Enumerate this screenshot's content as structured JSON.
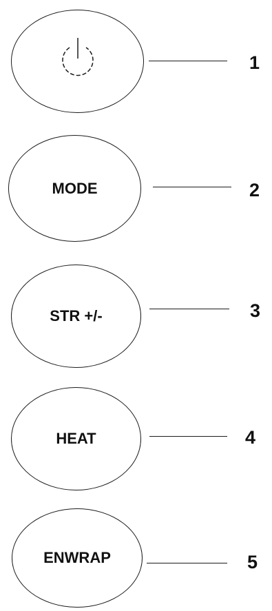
{
  "buttons": [
    {
      "id": "power",
      "label": "",
      "icon": "power-icon",
      "number": "1"
    },
    {
      "id": "mode",
      "label": "MODE",
      "number": "2"
    },
    {
      "id": "str",
      "label": "STR +/-",
      "number": "3"
    },
    {
      "id": "heat",
      "label": "HEAT",
      "number": "4"
    },
    {
      "id": "enwrap",
      "label": "ENWRAP",
      "number": "5"
    }
  ],
  "colors": {
    "outline": "#1a1a1a",
    "text": "#111111",
    "background": "#ffffff"
  }
}
